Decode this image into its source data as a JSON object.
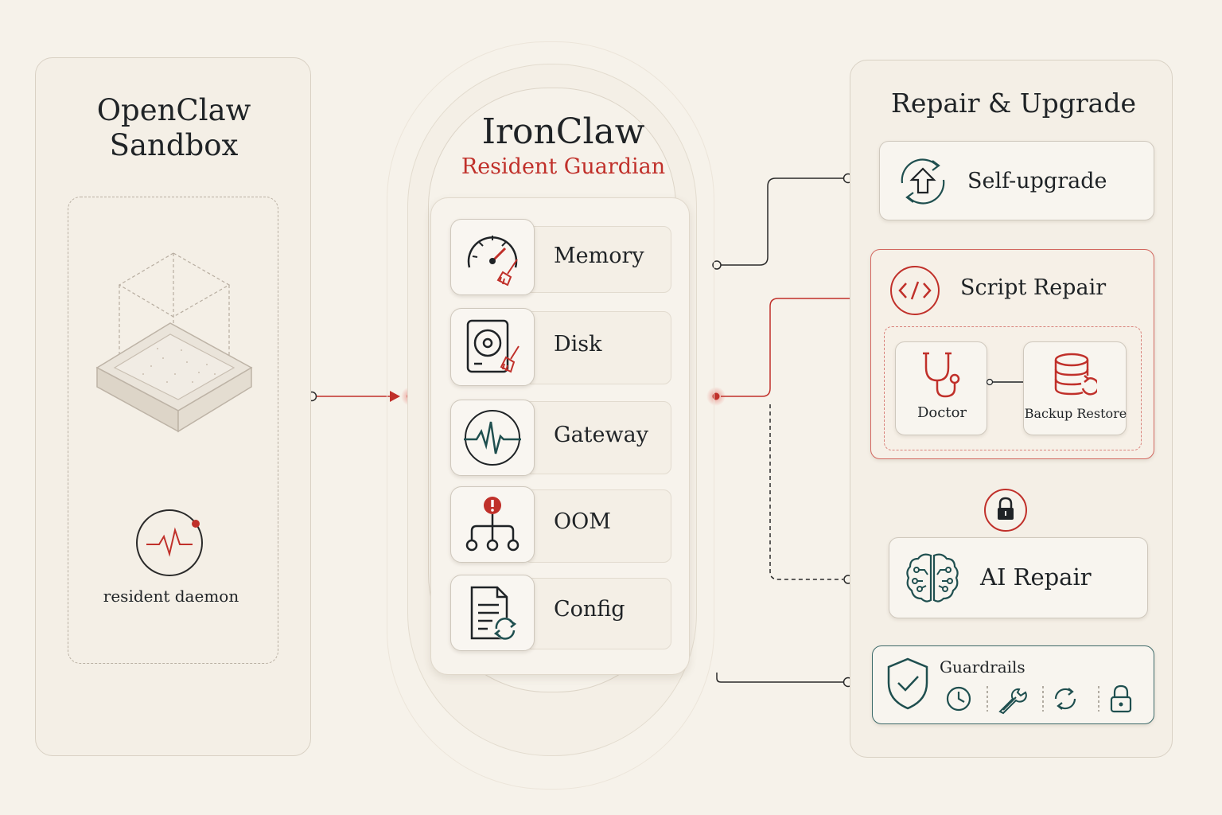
{
  "colors": {
    "accent_red": "#c0302a",
    "teal": "#1f4f4f",
    "ink": "#1f2326",
    "background": "#f6f2ea"
  },
  "sandbox": {
    "title_line1": "OpenClaw",
    "title_line2": "Sandbox",
    "daemon_label": "resident daemon",
    "icons": [
      "sandbox-tray-icon",
      "heartbeat-icon"
    ]
  },
  "guardian": {
    "title": "IronClaw",
    "subtitle": "Resident Guardian",
    "checks": [
      {
        "label": "Memory",
        "icon": "gauge-broom-icon"
      },
      {
        "label": "Disk",
        "icon": "disk-broom-icon"
      },
      {
        "label": "Gateway",
        "icon": "pulse-icon"
      },
      {
        "label": "OOM",
        "icon": "alert-tree-icon"
      },
      {
        "label": "Config",
        "icon": "config-file-refresh-icon"
      }
    ]
  },
  "repair": {
    "title": "Repair & Upgrade",
    "self_upgrade": {
      "label": "Self-upgrade",
      "icon": "upgrade-cycle-icon"
    },
    "script_repair": {
      "label": "Script Repair",
      "icon": "code-icon",
      "doctor": "Doctor",
      "doctor_icon": "stethoscope-icon",
      "backup": "Backup Restore",
      "backup_icon": "database-restore-icon"
    },
    "lock_icon": "lock-icon",
    "ai_repair": {
      "label": "AI Repair",
      "icon": "brain-circuit-icon"
    },
    "guardrails": {
      "label": "Guardrails",
      "icon": "shield-check-icon",
      "sub_icons": [
        "clock-icon",
        "wrench-icon",
        "refresh-icon",
        "padlock-icon"
      ]
    }
  }
}
